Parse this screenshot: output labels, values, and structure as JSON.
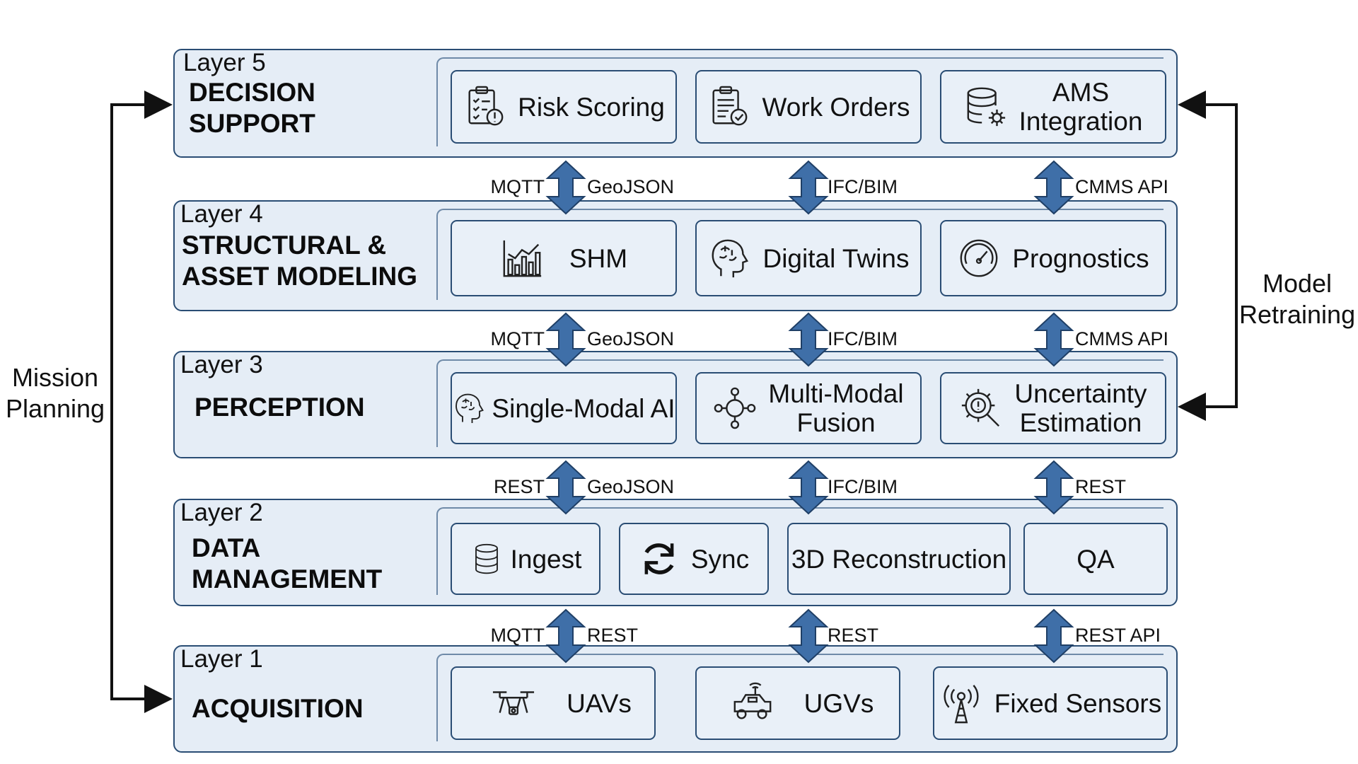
{
  "layers": [
    {
      "num": "Layer 5",
      "name": "DECISION\nSUPPORT",
      "modules": [
        {
          "label": "Risk Scoring",
          "icon": "clipboard-alert-icon"
        },
        {
          "label": "Work Orders",
          "icon": "clipboard-check-icon"
        },
        {
          "label": "AMS\nIntegration",
          "icon": "database-gear-icon"
        }
      ]
    },
    {
      "num": "Layer 4",
      "name": "STRUCTURAL &\nASSET MODELING",
      "modules": [
        {
          "label": "SHM",
          "icon": "bar-chart-icon"
        },
        {
          "label": "Digital Twins",
          "icon": "brain-head-icon"
        },
        {
          "label": "Prognostics",
          "icon": "gauge-icon"
        }
      ]
    },
    {
      "num": "Layer 3",
      "name": "PERCEPTION",
      "modules": [
        {
          "label": "Single-Modal AI",
          "icon": "brain-head-icon"
        },
        {
          "label": "Multi-Modal\nFusion",
          "icon": "network-fusion-icon"
        },
        {
          "label": "Uncertainty\nEstimation",
          "icon": "gear-magnifier-icon"
        }
      ]
    },
    {
      "num": "Layer 2",
      "name": "DATA\nMANAGEMENT",
      "modules": [
        {
          "label": "Ingest",
          "icon": "database-icon"
        },
        {
          "label": "Sync",
          "icon": "sync-icon"
        },
        {
          "label": "3D Reconstruction",
          "icon": ""
        },
        {
          "label": "QA",
          "icon": ""
        }
      ]
    },
    {
      "num": "Layer 1",
      "name": "ACQUISITION",
      "modules": [
        {
          "label": "UAVs",
          "icon": "drone-icon"
        },
        {
          "label": "UGVs",
          "icon": "ground-vehicle-icon"
        },
        {
          "label": "Fixed Sensors",
          "icon": "antenna-icon"
        }
      ]
    }
  ],
  "interfaces": [
    {
      "left": "MQTT",
      "right": "GeoJSON",
      "mid": "IFC/BIM",
      "end": "CMMS API"
    },
    {
      "left": "MQTT",
      "right": "GeoJSON",
      "mid": "IFC/BIM",
      "end": "CMMS API"
    },
    {
      "left": "REST",
      "right": "GeoJSON",
      "mid": "IFC/BIM",
      "end": "REST"
    },
    {
      "left": "MQTT",
      "right": "REST",
      "mid": "REST",
      "end": "REST API"
    }
  ],
  "side": {
    "mission_planning": "Mission\nPlanning",
    "model_retraining": "Model\nRetraining"
  },
  "colors": {
    "layer_fill": "#e5edf6",
    "border": "#2a4d74",
    "arrow_fill": "#3f6fa8",
    "arrow_stroke": "#1f3f66"
  }
}
